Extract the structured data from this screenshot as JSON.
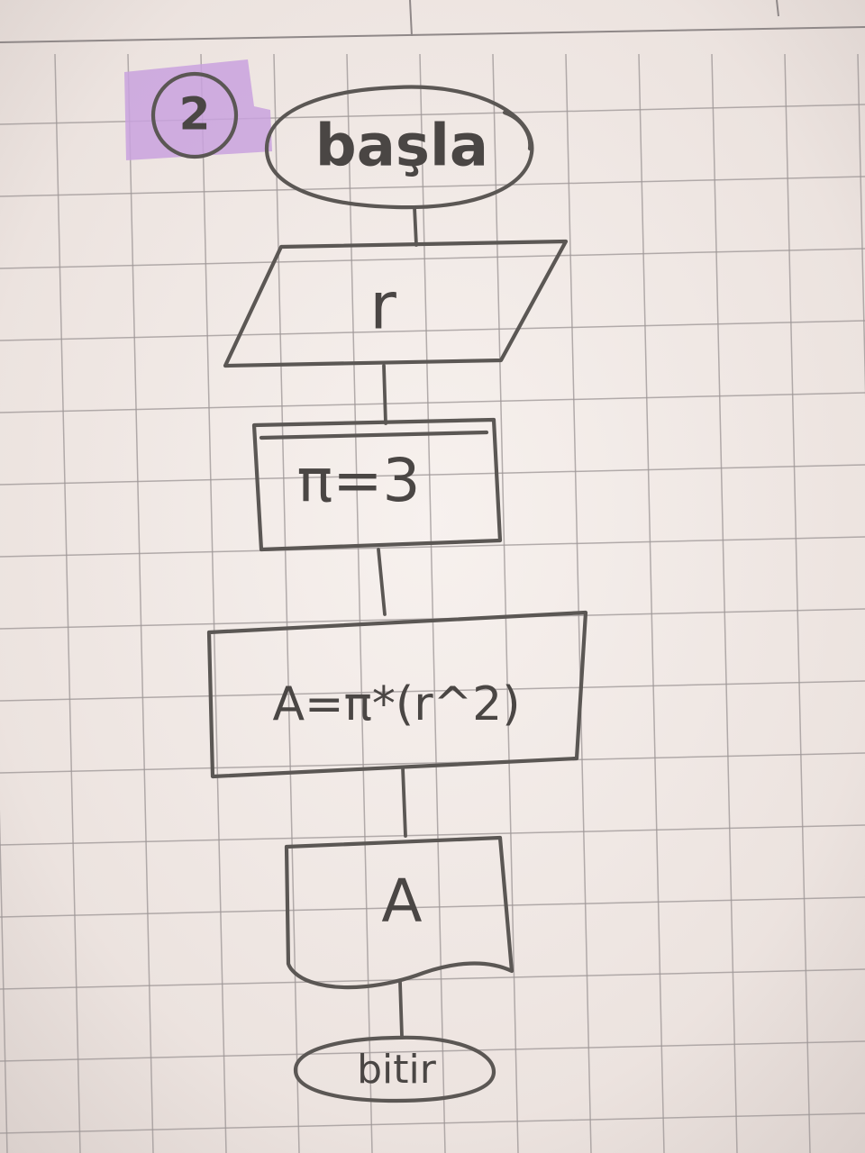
{
  "colors": {
    "paper": "#f0e8e4",
    "grid": "#9c9595",
    "pencil": "#5b5754",
    "highlighter": "#c9a2de"
  },
  "diagram": {
    "problem_number": "2",
    "start": "başla",
    "input": "r",
    "process_1": "π=3",
    "process_2": "A=π*(r^2)",
    "output": "A",
    "end": "bitir"
  }
}
